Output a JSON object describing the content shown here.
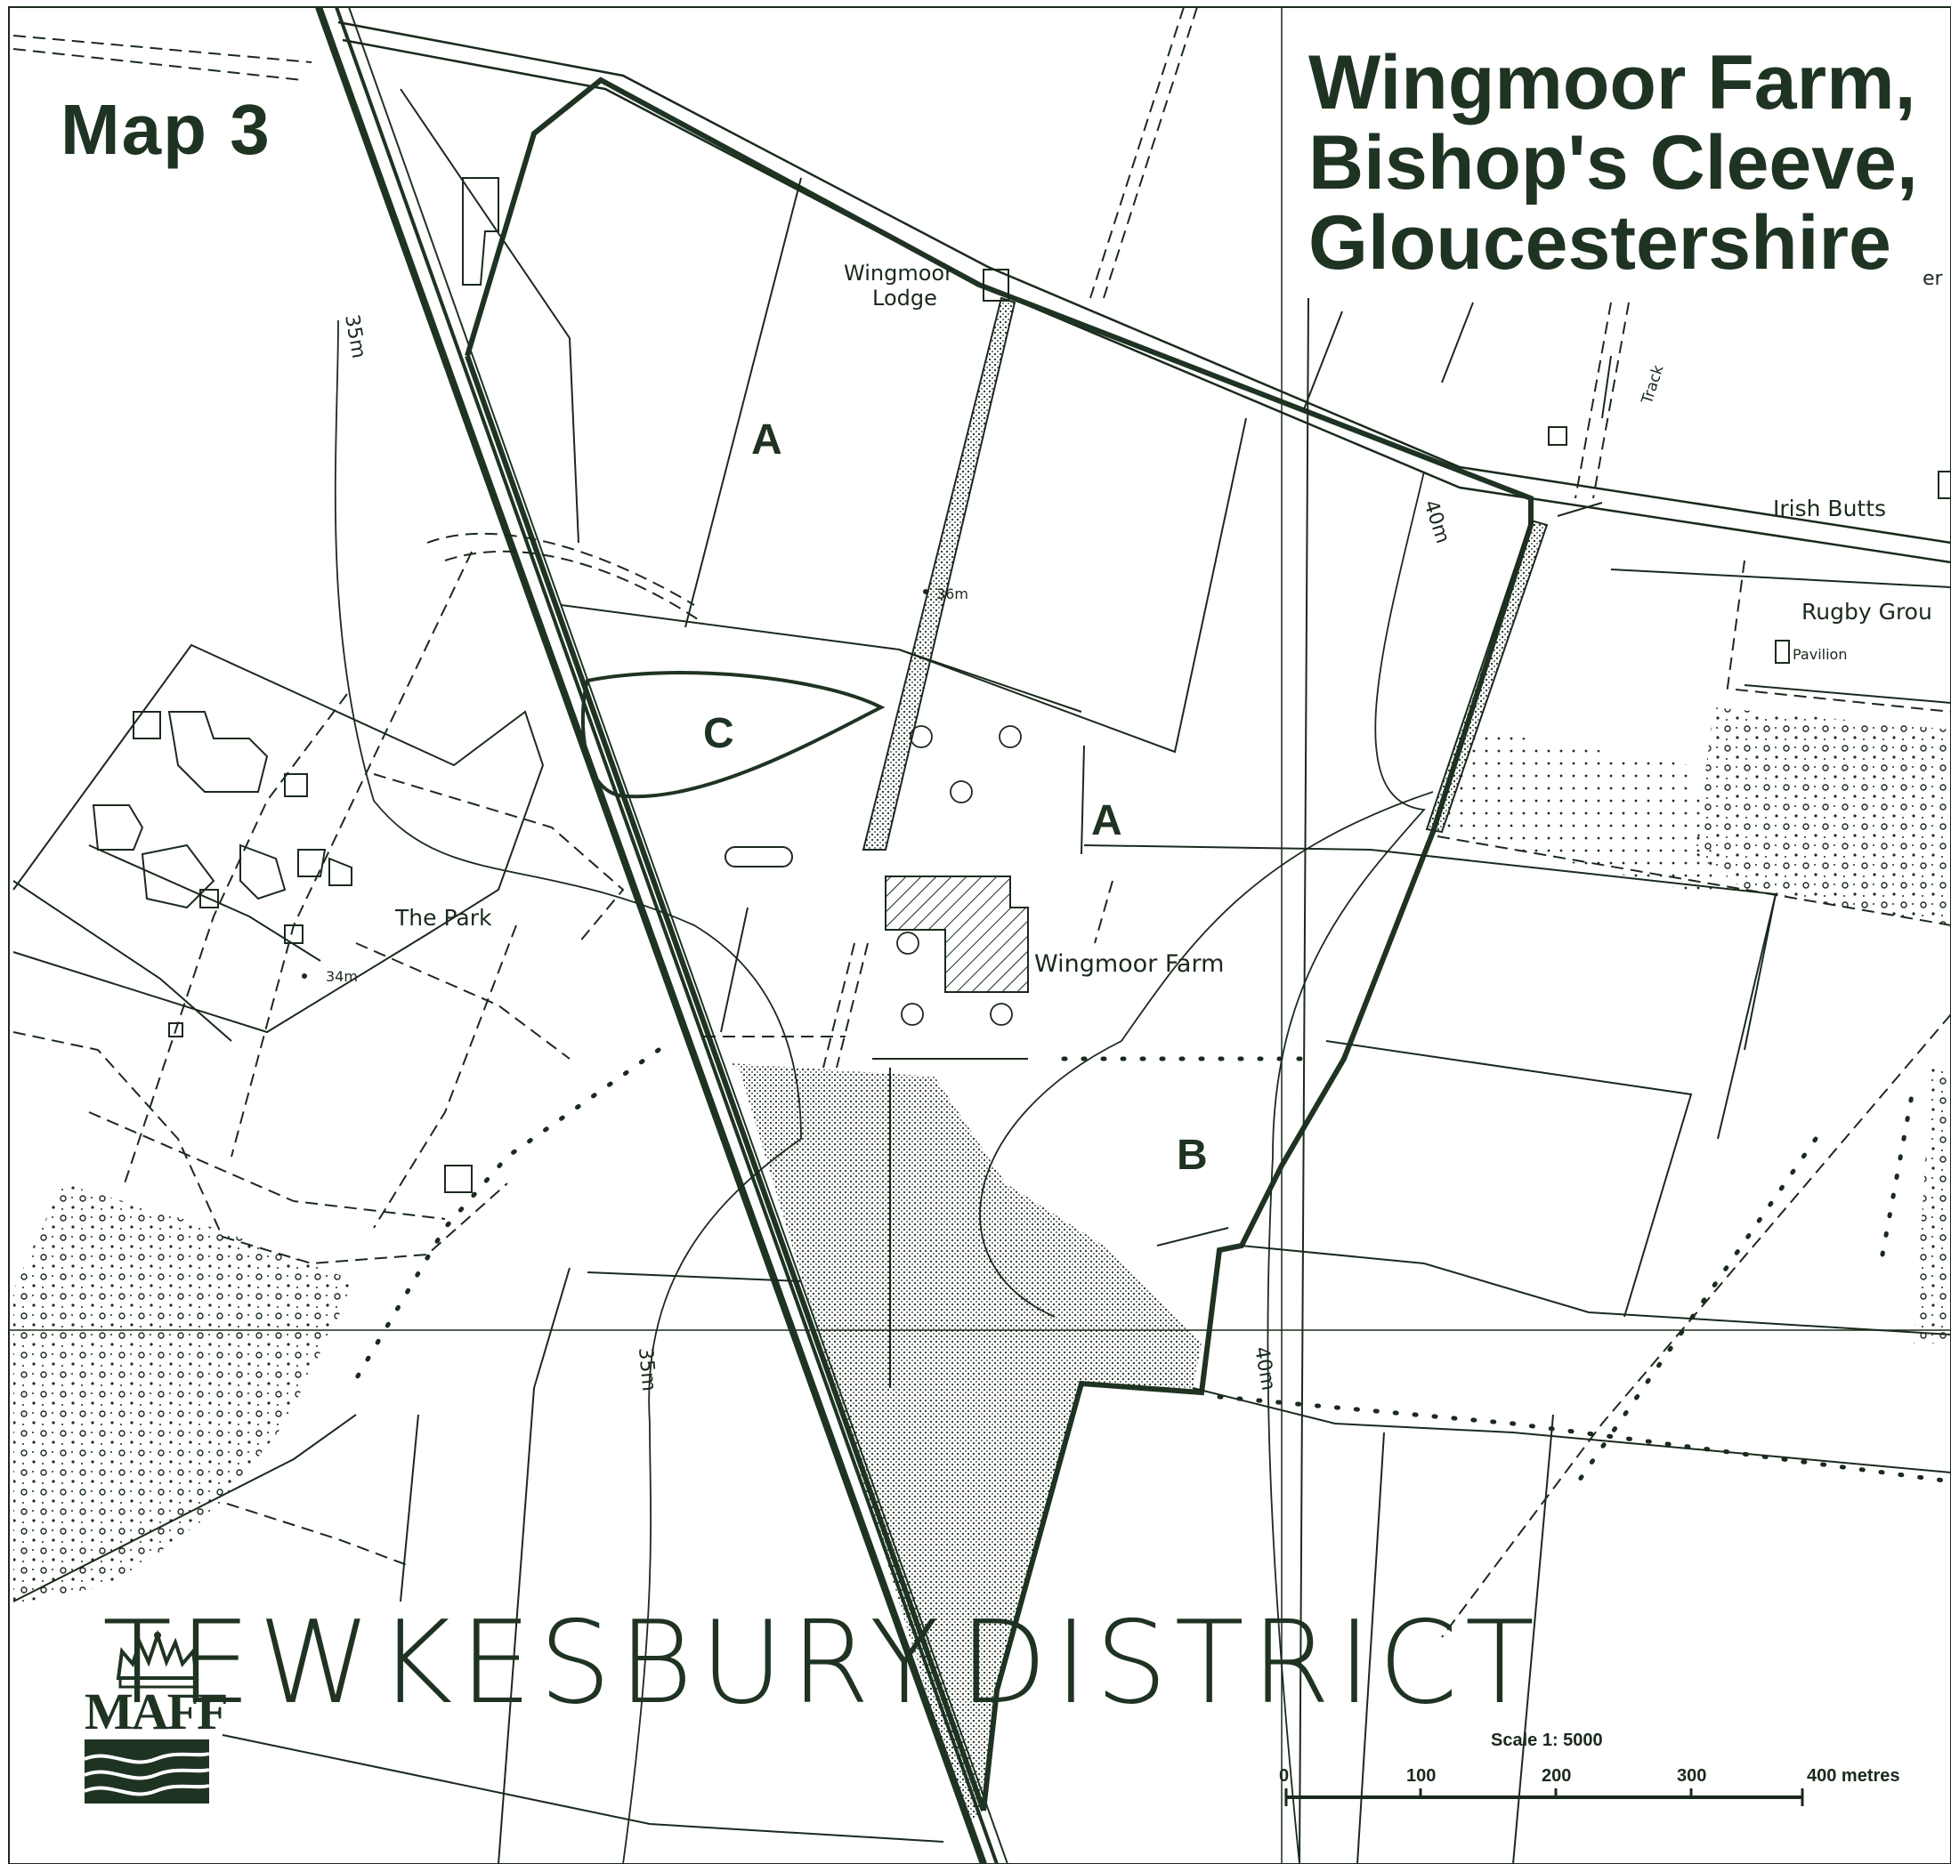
{
  "map_title": {
    "number": "Map 3",
    "line1": "Wingmoor Farm,",
    "line2": "Bishop's Cleeve,",
    "line3": "Gloucestershire"
  },
  "places": {
    "wingmoor_lodge_1": "Wingmoor",
    "wingmoor_lodge_2": "Lodge",
    "wingmoor_farm": "Wingmoor Farm",
    "the_park": "The Park",
    "irish_butts": "Irish Butts",
    "rugby_ground": "Rugby Grou",
    "pavilion": "Pavilion",
    "track": "Track",
    "edge_fragment": "er"
  },
  "contours": {
    "c35_top": "35m",
    "c35_bottom": "35m",
    "c40_top": "40m",
    "c40_bottom": "40m",
    "spot36": "36m",
    "spot34": "34m"
  },
  "areas": {
    "a1": "A",
    "a2": "A",
    "b": "B",
    "c": "C"
  },
  "district": {
    "left": "TEWKESBURY",
    "right": "DISTRICT"
  },
  "scale": {
    "title": "Scale 1: 5000",
    "ticks": [
      "0",
      "100",
      "200",
      "300",
      "400 metres"
    ]
  },
  "logo": {
    "text": "MAFF",
    "icon": "crown-icon"
  },
  "colors": {
    "ink": "#1f3322",
    "line": "#1a2a1c",
    "paper": "#ffffff"
  }
}
